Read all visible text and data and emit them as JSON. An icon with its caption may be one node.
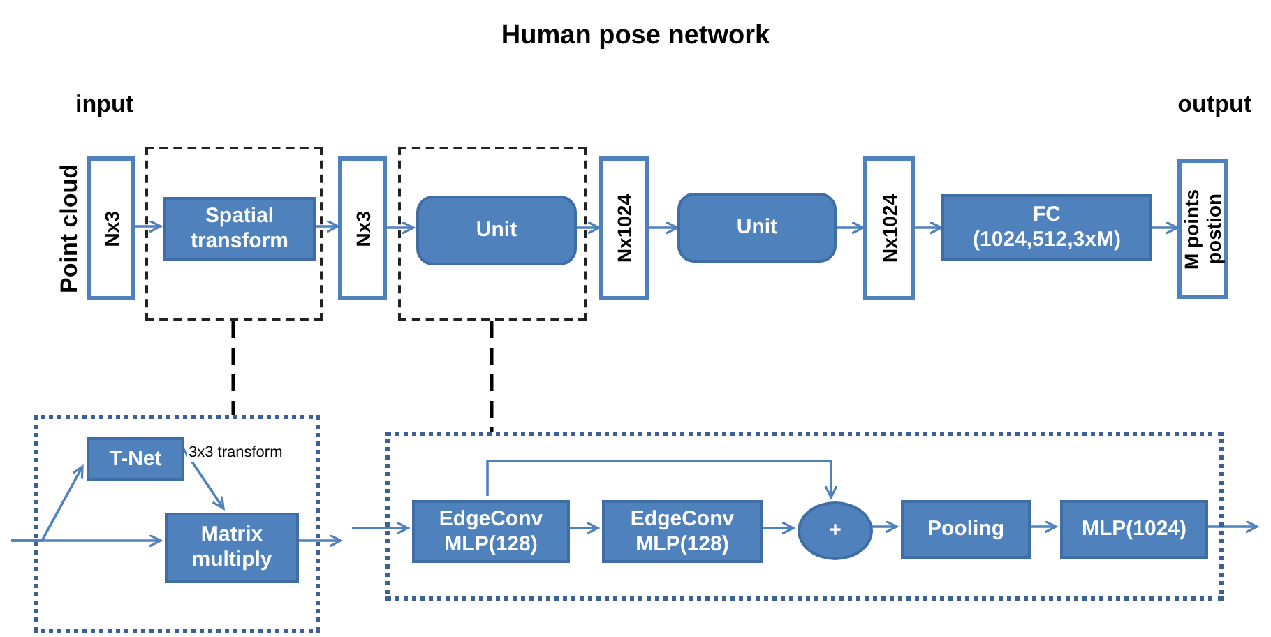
{
  "diagram": {
    "title": "Human pose network",
    "nodes": [
      {
        "text": [
          "Nx3"
        ],
        "beside": [
          "Point cloud"
        ]
      },
      {
        "text": [],
        "shape": "box"
      },
      {
        "text": [
          "Spatial transform"
        ],
        "in": 1
      },
      {
        "text": [
          "Nx3"
        ]
      },
      {
        "text": [],
        "shape": "box"
      },
      {
        "text": [
          "Unit"
        ],
        "in": 4
      },
      {
        "text": [
          "Nx1024"
        ]
      },
      {
        "text": [
          "Unit"
        ]
      },
      {
        "text": [
          "Nx1024"
        ]
      },
      {
        "text": [
          "FC (1024,512,3xM)"
        ]
      },
      {
        "text": [
          "M points postion"
        ]
      },
      {
        "text": [],
        "shape": "box"
      },
      {
        "text": [
          "T-Net"
        ],
        "in": 11
      },
      {
        "text": [
          "Matrix multiply"
        ],
        "in": 11
      },
      {
        "text": [],
        "shape": "box"
      },
      {
        "text": [
          "EdgeConv MLP(128)"
        ],
        "in": 14
      },
      {
        "text": [
          "EdgeConv MLP(128)"
        ],
        "in": 14
      },
      {
        "text": [
          "+"
        ],
        "in": 14
      },
      {
        "text": [
          "Pooling"
        ],
        "in": 14
      },
      {
        "text": [
          "MLP(1024)"
        ],
        "in": 14
      }
    ],
    "edges": [
      {
        "from": 0,
        "to": 2,
        "arrow": "to"
      },
      {
        "from": 2,
        "to": 3,
        "arrow": "to"
      },
      {
        "from": 3,
        "to": 5,
        "arrow": "to"
      },
      {
        "from": 5,
        "to": 6,
        "arrow": "to"
      },
      {
        "from": 6,
        "to": 7,
        "arrow": "to"
      },
      {
        "from": 7,
        "to": 8,
        "arrow": "to"
      },
      {
        "from": 8,
        "to": 9,
        "arrow": "to"
      },
      {
        "from": 9,
        "to": 10,
        "arrow": "to"
      },
      {
        "from": 1,
        "to": 11,
        "arrow": "none",
        "style": "dashed",
        "color": "#000000"
      },
      {
        "from": 4,
        "to": 14,
        "arrow": "none",
        "style": "dashed",
        "color": "#000000"
      },
      {
        "from": null,
        "to": 12,
        "arrow": "to"
      },
      {
        "from": null,
        "to": 13,
        "arrow": "to"
      },
      {
        "from": 12,
        "to": 13,
        "arrow": "to",
        "label": "3x3 transform"
      },
      {
        "from": 13,
        "to": null,
        "arrow": "to"
      },
      {
        "from": null,
        "to": 15,
        "arrow": "to"
      },
      {
        "from": 15,
        "to": 16,
        "arrow": "to"
      },
      {
        "from": 16,
        "to": 17,
        "arrow": "to"
      },
      {
        "from": 15,
        "to": 17,
        "arrow": "to"
      },
      {
        "from": 17,
        "to": 18,
        "arrow": "to"
      },
      {
        "from": 18,
        "to": 19,
        "arrow": "to"
      },
      {
        "from": 19,
        "to": null,
        "arrow": "to"
      }
    ],
    "labels": [
      "input",
      "output"
    ]
  }
}
